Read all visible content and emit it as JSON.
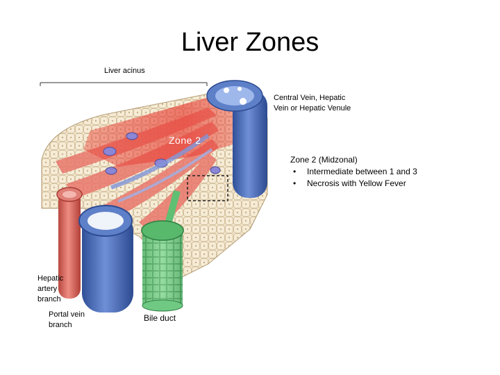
{
  "title": "Liver Zones",
  "labels": {
    "acinus": "Liver acinus",
    "central_vein_line1": "Central Vein,  Hepatic",
    "central_vein_line2": "Vein or Hepatic Venule",
    "zone2_overlay": "Zone 2",
    "hepatic_artery_line1": "Hepatic",
    "hepatic_artery_line2": "artery",
    "hepatic_artery_line3": "branch",
    "portal_vein_line1": "Portal vein",
    "portal_vein_line2": "branch",
    "bile_duct": "Bile duct"
  },
  "zone2_panel": {
    "heading": "Zone 2 (Midzonal)",
    "bullet_glyph": "•",
    "bullets": [
      "Intermediate between 1 and 3",
      "Necrosis with Yellow Fever"
    ]
  },
  "colors": {
    "vein_blue": "#4a6fb8",
    "artery_red": "#d9695f",
    "bile_green": "#6fbf7f",
    "zone_red": "#e8443a",
    "cell_cream": "#f3e6cc"
  }
}
